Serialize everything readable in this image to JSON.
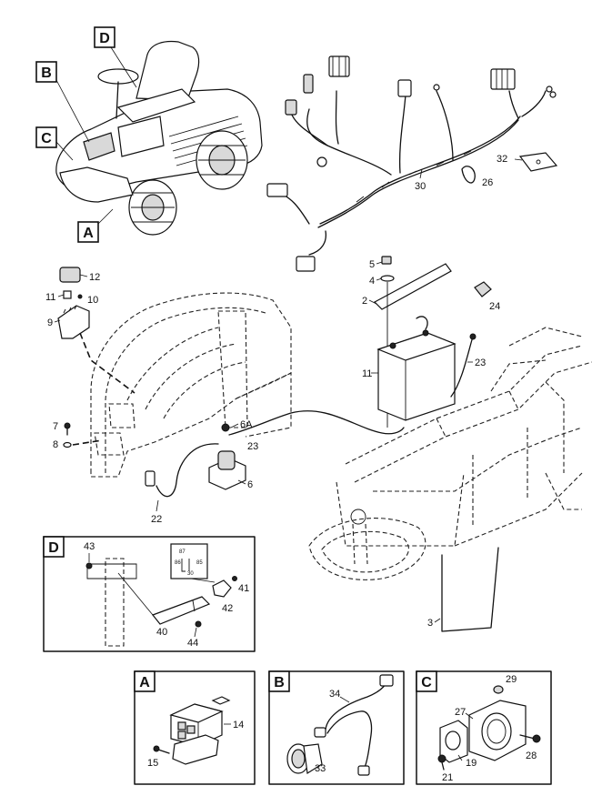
{
  "callouts": {
    "view_d": "D",
    "view_b": "B",
    "view_c": "C",
    "view_a": "A"
  },
  "parts": {
    "p12": "12",
    "p11a": "11",
    "p10": "10",
    "p9": "9",
    "p5": "5",
    "p4": "4",
    "p2": "2",
    "p24": "24",
    "p30": "30",
    "p26": "26",
    "p32": "32",
    "p11b": "11",
    "p23a": "23",
    "p7": "7",
    "p8": "8",
    "p6a": "6A",
    "p23b": "23",
    "p6": "6",
    "p22": "22",
    "p3": "3",
    "p43": "43",
    "p41": "41",
    "p42": "42",
    "p40": "40",
    "p44": "44",
    "p14": "14",
    "p15": "15",
    "p34": "34",
    "p33": "33",
    "p29": "29",
    "p27": "27",
    "p28": "28",
    "p19": "19",
    "p21": "21"
  },
  "relay": {
    "t87": "87",
    "t86": "86",
    "t85": "85",
    "t30": "30"
  },
  "insets": {
    "d": "D",
    "a": "A",
    "b": "B",
    "c": "C"
  }
}
